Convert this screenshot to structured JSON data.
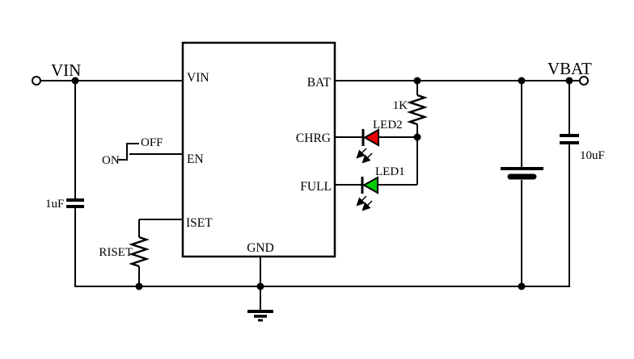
{
  "colors": {
    "wire": "#000000",
    "background": "#ffffff",
    "led2_red": "#ee0000",
    "led1_green": "#00cc00"
  },
  "terminals": {
    "vin": "VIN",
    "vbat": "VBAT"
  },
  "ic": {
    "pin_vin": "VIN",
    "pin_en": "EN",
    "pin_iset": "ISET",
    "pin_bat": "BAT",
    "pin_chrg": "CHRG",
    "pin_full": "FULL",
    "pin_gnd": "GND"
  },
  "switch": {
    "on": "ON",
    "off": "OFF"
  },
  "components": {
    "r_pullup": "1K",
    "r_iset": "RISET",
    "c_in": "1uF",
    "c_out": "10uF",
    "led_chrg": "LED2",
    "led_full": "LED1"
  }
}
